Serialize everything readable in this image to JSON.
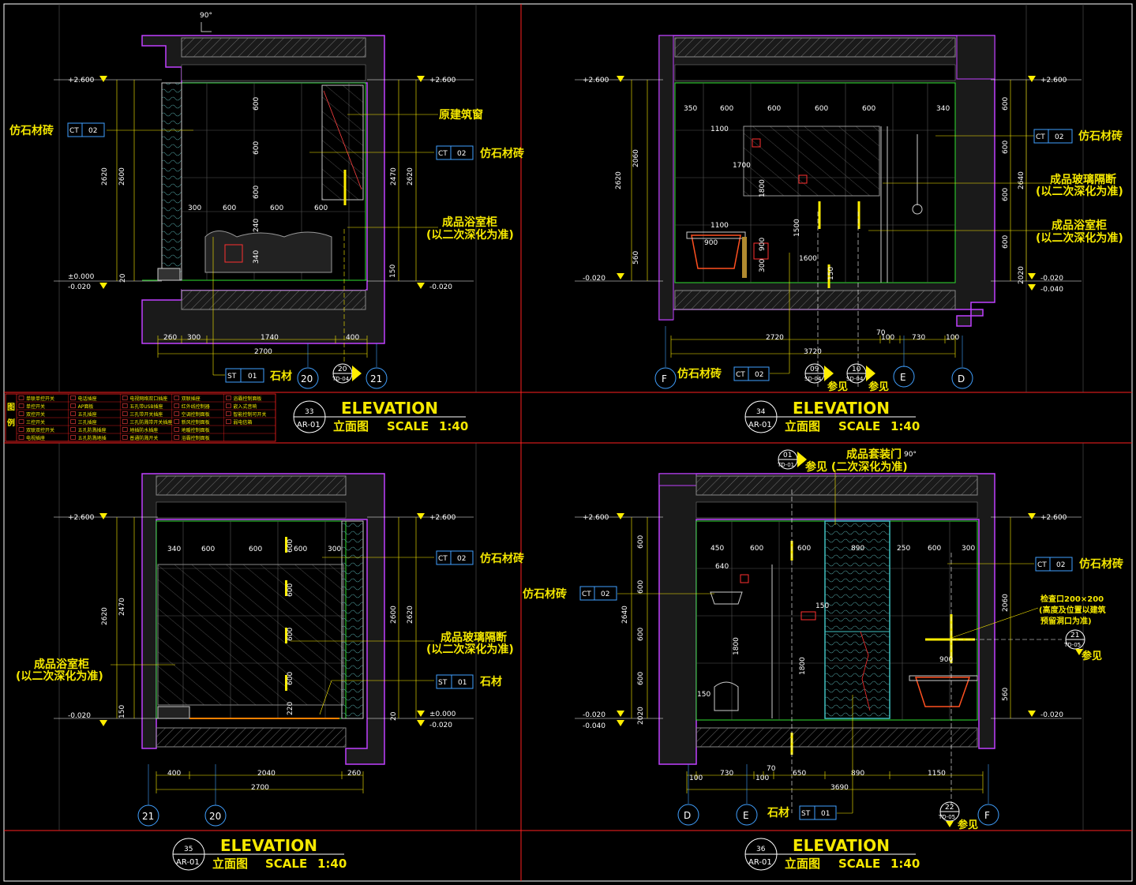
{
  "legend": {
    "title_chars": [
      "图",
      "例"
    ],
    "rows": [
      [
        "单联单控开关",
        "电话插座",
        "电视网络双口插座",
        "双联插座",
        "浴霸控制面板"
      ],
      [
        "单控开关",
        "AP面板",
        "五孔带USB插座",
        "红外线控制器",
        "嵌入式音响"
      ],
      [
        "双控开关",
        "五孔插座",
        "三孔带开关插座",
        "空调控制面板",
        "智能控制可开关"
      ],
      [
        "三控开关",
        "三孔插座",
        "三孔防溅带开关插座",
        "新风控制面板",
        "弱电信箱"
      ],
      [
        "双联双控开关",
        "五孔防溅插座",
        "地插防水插座",
        "地暖控制面板",
        ""
      ],
      [
        "电视插座",
        "五孔防溅地插",
        "普通防溅开关",
        "浴霸控制面板",
        ""
      ]
    ]
  },
  "materials": {
    "tile": "仿石材砖",
    "tile_code": "CT",
    "tile_no": "02",
    "stone": "石材",
    "stone_code": "ST",
    "stone_no": "01",
    "window": "原建筑窗",
    "cabinet_1": "成品浴室柜",
    "cabinet_2": "(以二次深化为准)",
    "glass_1": "成品玻璃隔断",
    "glass_2": "(以二次深化为准)",
    "door_1": "成品套装门",
    "door_2": "参见 (二次深化为准)",
    "see": "参见",
    "access_1": "检查口200×200",
    "access_2": "(高度及位置以建筑",
    "access_3": "预留洞口为准)"
  },
  "levels": {
    "ceiling": "+2.600",
    "floor": "±0.000",
    "minus20": "-0.020",
    "minus40": "-0.040"
  },
  "angle": "90°",
  "axes": {
    "a20": "20",
    "a21": "21",
    "d": "D",
    "e": "E",
    "f": "F"
  },
  "tags": {
    "t33": {
      "num": "33",
      "sheet": "AR-01"
    },
    "t34": {
      "num": "34",
      "sheet": "AR-01"
    },
    "t35": {
      "num": "35",
      "sheet": "AR-01"
    },
    "t36": {
      "num": "36",
      "sheet": "AR-01"
    },
    "td20": {
      "num": "20",
      "sheet": "TD-04"
    },
    "sd09": {
      "num": "09",
      "sheet": "SD-04"
    },
    "sd10": {
      "num": "10",
      "sheet": "SD-04"
    },
    "td01": {
      "num": "01",
      "sheet": "TD-01"
    },
    "td21": {
      "num": "21",
      "sheet": "TD-05"
    },
    "td22": {
      "num": "22",
      "sheet": "TD-05"
    }
  },
  "titles": {
    "elevation": "ELEVATION",
    "sub": "立面图",
    "scale": "SCALE",
    "ratio": "1:40"
  },
  "dims": {
    "p33": {
      "bottom": [
        "260",
        "300",
        "1740",
        "400"
      ],
      "total": "2700",
      "left": [
        "2620",
        "2600"
      ],
      "right": [
        "2470",
        "2620"
      ],
      "inner_top": [
        "300",
        "600",
        "600",
        "600"
      ],
      "inner_v": [
        "600",
        "600",
        "600",
        "240",
        "340"
      ],
      "small": [
        "20",
        "150"
      ]
    },
    "p34": {
      "bottom": [
        "2720",
        "70",
        "100",
        "730",
        "100"
      ],
      "total": "3720",
      "left": [
        "2620",
        "2060",
        "560"
      ],
      "right": [
        "600",
        "600",
        "2640",
        "600",
        "600",
        "2020"
      ],
      "inner_top": [
        "350",
        "600",
        "600",
        "600",
        "600",
        "340"
      ],
      "inner": [
        "1100",
        "1700",
        "1800",
        "1100",
        "900",
        "1500",
        "1600",
        "300",
        "150",
        "900"
      ]
    },
    "p35": {
      "bottom": [
        "400",
        "2040",
        "260"
      ],
      "total": "2700",
      "left": [
        "2620",
        "2470",
        "150"
      ],
      "right": [
        "2600",
        "2620",
        "20"
      ],
      "inner_top": [
        "340",
        "600",
        "600",
        "600",
        "300"
      ],
      "inner_v": [
        "600",
        "600",
        "600",
        "600",
        "220"
      ]
    },
    "p36": {
      "bottom": [
        "100",
        "730",
        "100",
        "70",
        "650",
        "890",
        "1150"
      ],
      "total": "3690",
      "left": [
        "600",
        "600",
        "2640",
        "600",
        "600",
        "2020"
      ],
      "right": [
        "2060",
        "560"
      ],
      "inner_top": [
        "450",
        "600",
        "600",
        "890",
        "250",
        "600",
        "300"
      ],
      "inner": [
        "640",
        "1800",
        "1800",
        "150",
        "900",
        "150"
      ]
    }
  }
}
